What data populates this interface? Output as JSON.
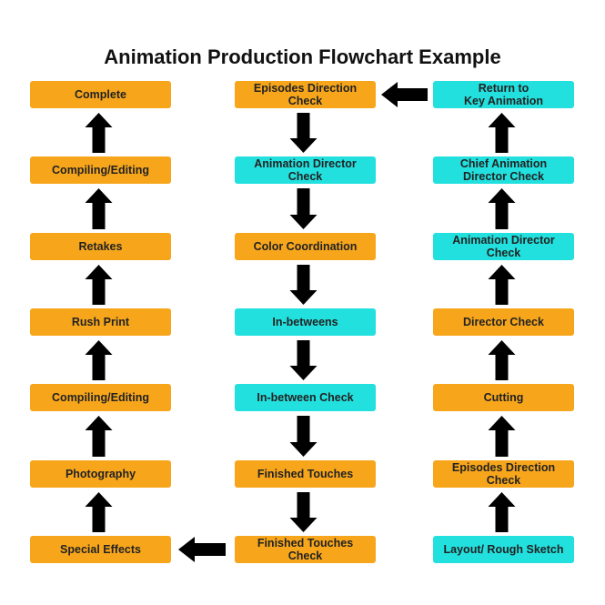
{
  "title": "Animation Production Flowchart Example",
  "colors": {
    "orange": "#F7A61C",
    "cyan": "#22E0DE",
    "arrow": "#000000"
  },
  "columns": {
    "left": [
      {
        "label": "Complete",
        "color": "orange"
      },
      {
        "label": "Compiling/Editing",
        "color": "orange"
      },
      {
        "label": "Retakes",
        "color": "orange"
      },
      {
        "label": "Rush Print",
        "color": "orange"
      },
      {
        "label": "Compiling/Editing",
        "color": "orange"
      },
      {
        "label": "Photography",
        "color": "orange"
      },
      {
        "label": "Special Effects",
        "color": "orange"
      }
    ],
    "middle": [
      {
        "label": "Episodes Direction\nCheck",
        "color": "orange"
      },
      {
        "label": "Animation Director\nCheck",
        "color": "cyan"
      },
      {
        "label": "Color Coordination",
        "color": "orange"
      },
      {
        "label": "In-betweens",
        "color": "cyan"
      },
      {
        "label": "In-between Check",
        "color": "cyan"
      },
      {
        "label": "Finished Touches",
        "color": "orange"
      },
      {
        "label": "Finished Touches\nCheck",
        "color": "orange"
      }
    ],
    "right": [
      {
        "label": "Return to\nKey Animation",
        "color": "cyan"
      },
      {
        "label": "Chief Animation\nDirector Check",
        "color": "cyan"
      },
      {
        "label": "Animation Director\nCheck",
        "color": "cyan"
      },
      {
        "label": "Director Check",
        "color": "orange"
      },
      {
        "label": "Cutting",
        "color": "orange"
      },
      {
        "label": "Episodes Direction\nCheck",
        "color": "orange"
      },
      {
        "label": "Layout/ Rough Sketch",
        "color": "cyan"
      }
    ]
  }
}
